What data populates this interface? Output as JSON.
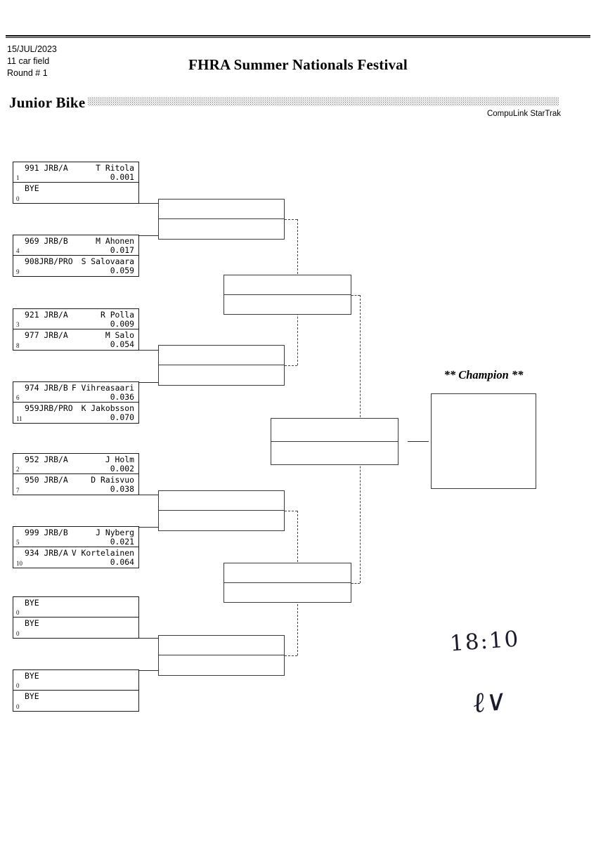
{
  "header": {
    "date": "15/JUL/2023",
    "field": "11 car field",
    "round": "Round # 1",
    "event_title": "FHRA Summer Nationals Festival",
    "class_name": "Junior Bike",
    "vendor": "CompuLink StarTrak"
  },
  "champion": {
    "label": "** Champion **"
  },
  "annotations": {
    "handwritten_time": "18:10",
    "handwritten_signature": "ℓ∨"
  },
  "bracket": {
    "round1": [
      {
        "top": {
          "car": "991 JRB/A",
          "driver": "T Ritola",
          "rt": "0.001",
          "lane": "1"
        },
        "bottom": {
          "car": "",
          "driver": "",
          "rt": "",
          "lane": "0",
          "bye": "BYE"
        }
      },
      {
        "top": {
          "car": "969 JRB/B",
          "driver": "M Ahonen",
          "rt": "0.017",
          "lane": "4"
        },
        "bottom": {
          "car": "908JRB/PRO",
          "driver": "S Salovaara",
          "rt": "0.059",
          "lane": "9"
        }
      },
      {
        "top": {
          "car": "921 JRB/A",
          "driver": "R Polla",
          "rt": "0.009",
          "lane": "3"
        },
        "bottom": {
          "car": "977 JRB/A",
          "driver": "M Salo",
          "rt": "0.054",
          "lane": "8"
        }
      },
      {
        "top": {
          "car": "974 JRB/B",
          "driver": "F Vihreasaari",
          "rt": "0.036",
          "lane": "6"
        },
        "bottom": {
          "car": "959JRB/PRO",
          "driver": "K Jakobsson",
          "rt": "0.070",
          "lane": "11"
        }
      },
      {
        "top": {
          "car": "952 JRB/A",
          "driver": "J Holm",
          "rt": "0.002",
          "lane": "2"
        },
        "bottom": {
          "car": "950 JRB/A",
          "driver": "D Raisvuo",
          "rt": "0.038",
          "lane": "7"
        }
      },
      {
        "top": {
          "car": "999 JRB/B",
          "driver": "J Nyberg",
          "rt": "0.021",
          "lane": "5"
        },
        "bottom": {
          "car": "934 JRB/A",
          "driver": "V Kortelainen",
          "rt": "0.064",
          "lane": "10"
        }
      },
      {
        "top": {
          "car": "",
          "driver": "",
          "rt": "",
          "lane": "0",
          "bye": "BYE"
        },
        "bottom": {
          "car": "",
          "driver": "",
          "rt": "",
          "lane": "0",
          "bye": "BYE"
        }
      },
      {
        "top": {
          "car": "",
          "driver": "",
          "rt": "",
          "lane": "0",
          "bye": "BYE"
        },
        "bottom": {
          "car": "",
          "driver": "",
          "rt": "",
          "lane": "0",
          "bye": "BYE"
        }
      }
    ],
    "round2_count": 4,
    "round3_count": 2,
    "round4_count": 1
  }
}
